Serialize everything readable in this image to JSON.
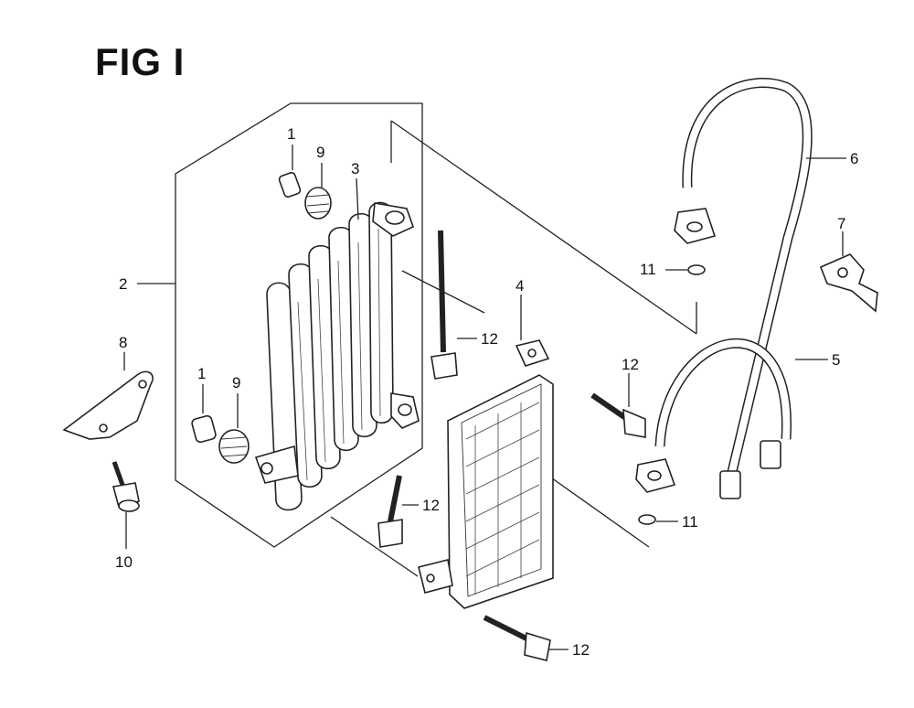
{
  "title": "FIG I",
  "callouts": [
    "1",
    "9",
    "3",
    "2",
    "8",
    "1",
    "9",
    "10",
    "12",
    "4",
    "12",
    "12",
    "12",
    "6",
    "7",
    "11",
    "5",
    "11"
  ]
}
